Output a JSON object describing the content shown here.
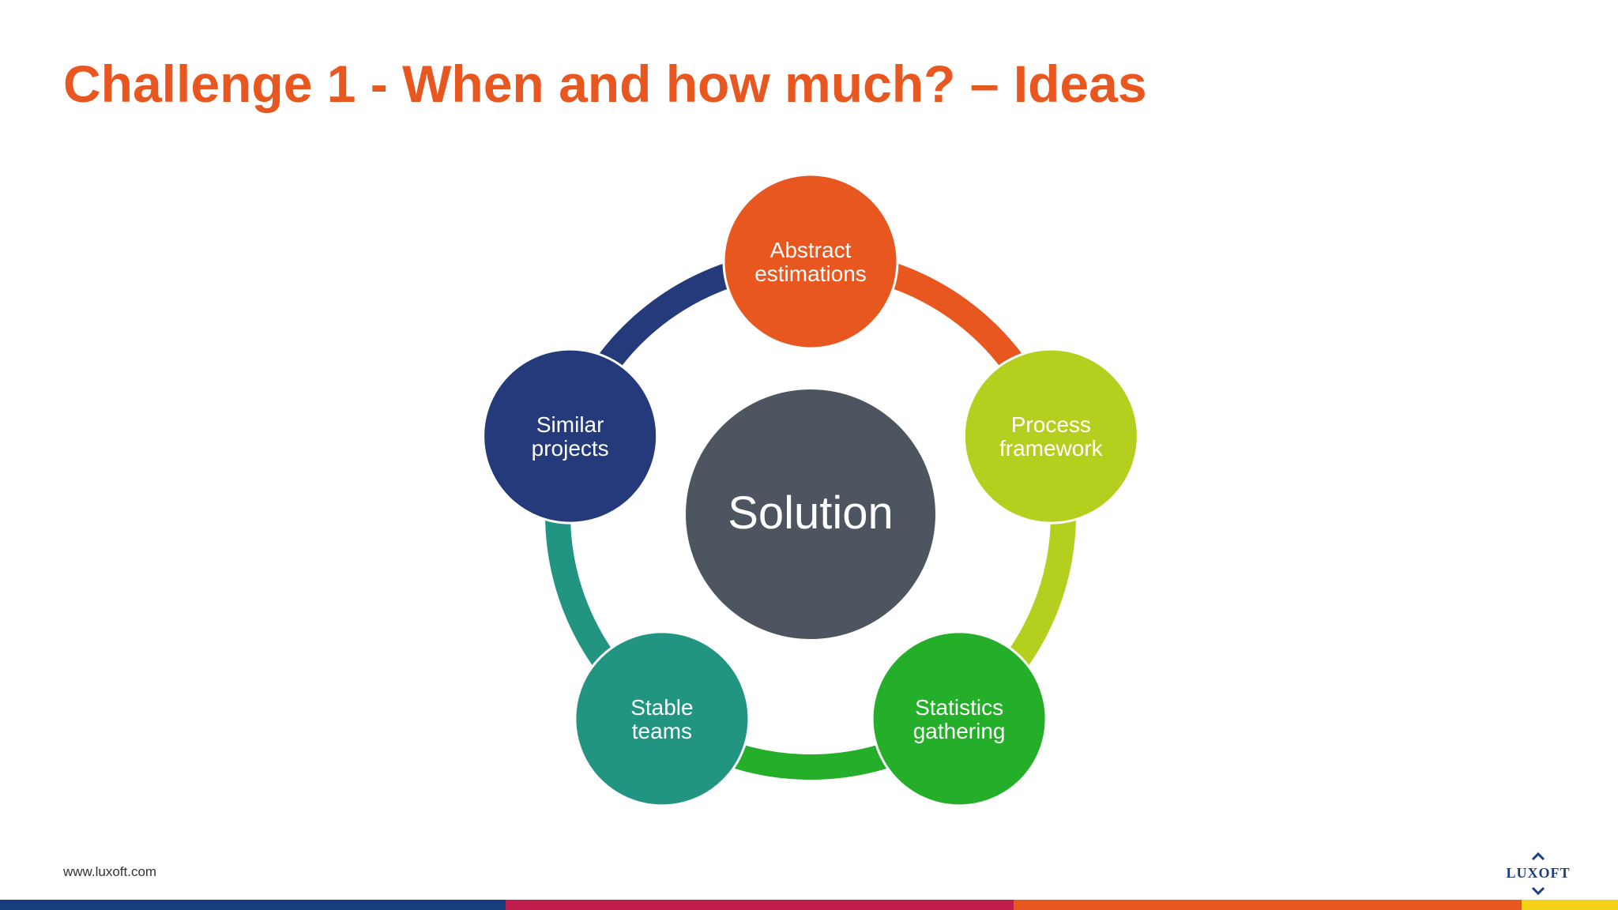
{
  "title": "Challenge 1 - When and how much? – Ideas",
  "footer": {
    "url": "www.luxoft.com",
    "logo_text": "LUXOFT"
  },
  "diagram": {
    "center": {
      "label": "Solution",
      "color": "#4d5560"
    },
    "nodes": [
      {
        "lines": [
          "Abstract",
          "estimations"
        ],
        "color": "#e8571f"
      },
      {
        "lines": [
          "Process",
          "framework"
        ],
        "color": "#b5cf1e"
      },
      {
        "lines": [
          "Statistics",
          "gathering"
        ],
        "color": "#24ae2a"
      },
      {
        "lines": [
          "Stable",
          "teams"
        ],
        "color": "#229582"
      },
      {
        "lines": [
          "Similar",
          "projects"
        ],
        "color": "#243a7a"
      }
    ]
  },
  "colors": {
    "title": "#e8571f",
    "logo": "#1d3e7a",
    "bar": [
      "#163d80",
      "#c01d4c",
      "#e8571f",
      "#f7d117"
    ]
  }
}
